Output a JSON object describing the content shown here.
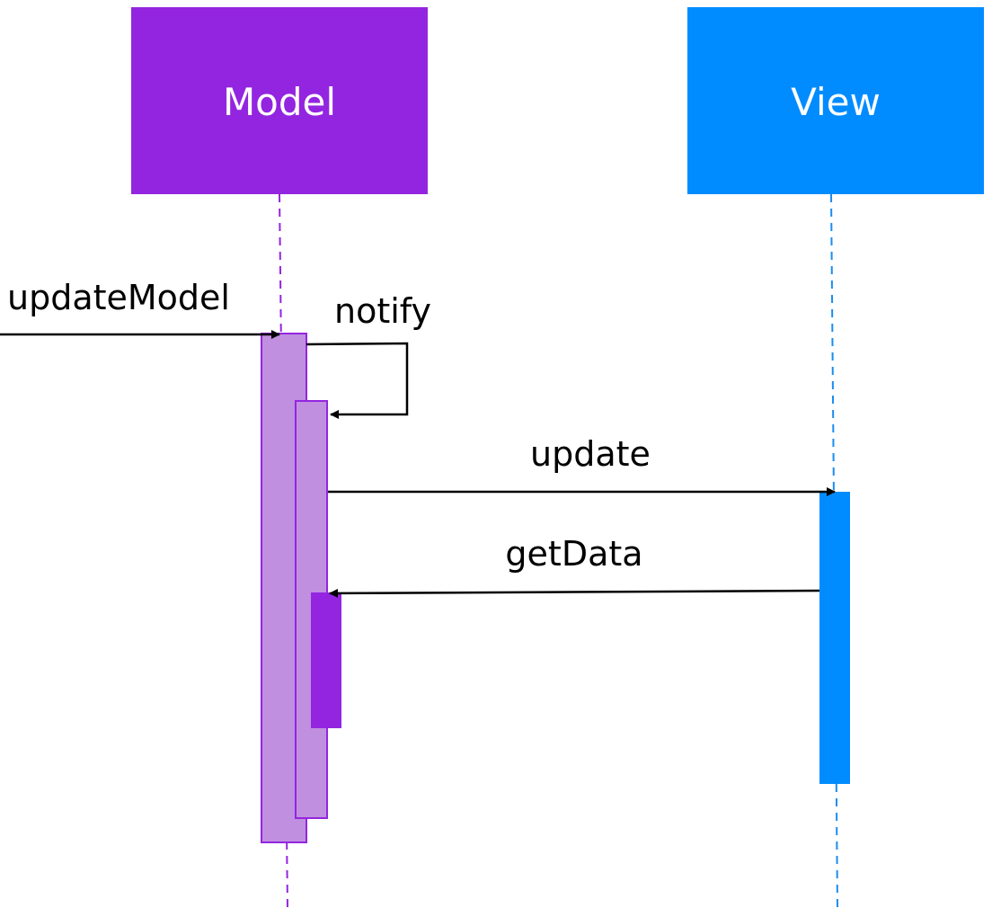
{
  "lifelines": {
    "model": {
      "label": "Model",
      "color": "#9325e0",
      "activation_color": "#c08fdf"
    },
    "view": {
      "label": "View",
      "color": "#008cff"
    }
  },
  "messages": {
    "update_model": {
      "label": "updateModel"
    },
    "notify": {
      "label": "notify"
    },
    "update": {
      "label": "update"
    },
    "get_data": {
      "label": "getData"
    }
  }
}
